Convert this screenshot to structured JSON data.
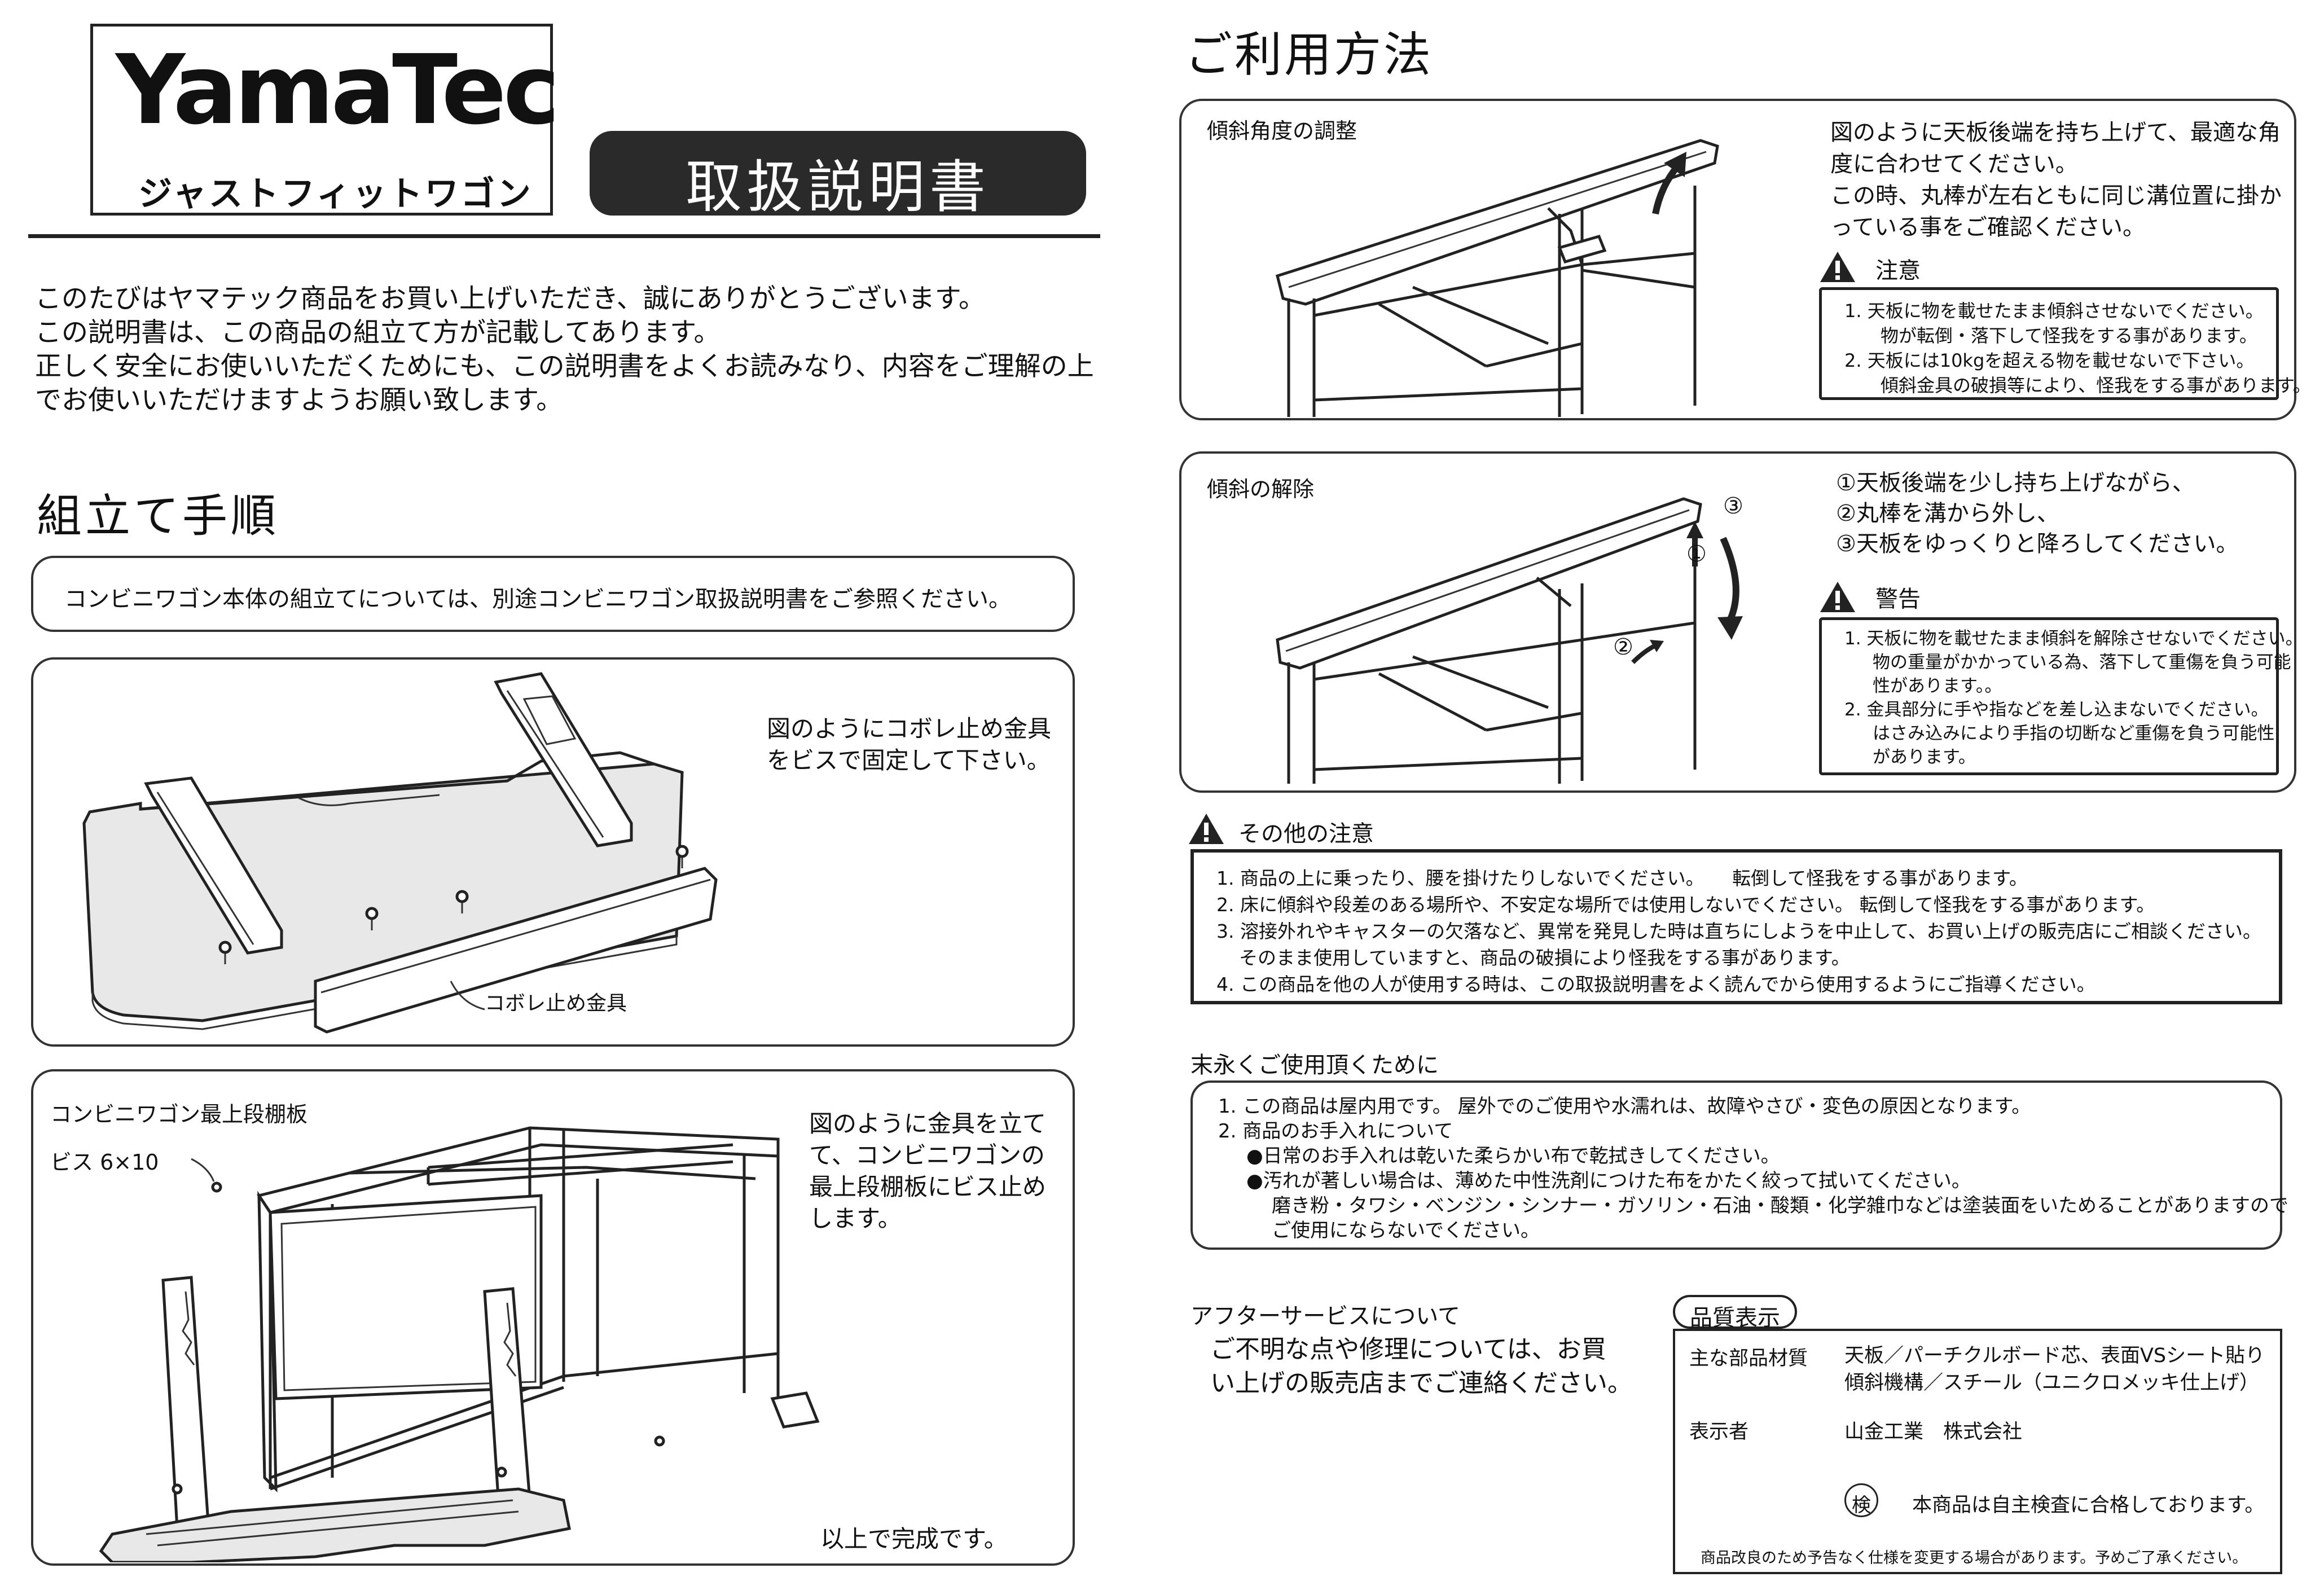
{
  "brand": {
    "logo": "YamaTec",
    "product": "ジャストフィットワゴン",
    "doc_title": "取扱説明書"
  },
  "intro": {
    "lines": [
      "このたびはヤマテック商品をお買い上げいただき、誠にありがとうございます。",
      "この説明書は、この商品の組立て方が記載してあります。",
      "正しく安全にお使いいただくためにも、この説明書をよくお読みなり、内容をご理解の上",
      "でお使いいただけますようお願い致します。"
    ]
  },
  "assembly": {
    "heading": "組立て手順",
    "note": "コンビニワゴン本体の組立てについては、別途コンビニワゴン取扱説明書をご参照ください。",
    "step1": {
      "text": [
        "図のようにコボレ止め金具",
        "をビスで固定して下さい。"
      ],
      "label": "コボレ止め金具"
    },
    "step2": {
      "label_shelf": "コンビニワゴン最上段棚板",
      "label_screw": "ビス 6×10",
      "text": [
        "図のように金具を立て",
        "て、コンビニワゴンの",
        "最上段棚板にビス止め",
        "します。"
      ],
      "done": "以上で完成です。"
    }
  },
  "usage": {
    "heading": "ご利用方法",
    "tilt_adjust": {
      "title": "傾斜角度の調整",
      "desc": [
        "図のように天板後端を持ち上げて、最適な角",
        "度に合わせてください。",
        "この時、丸棒が左右ともに同じ溝位置に掛か",
        "っている事をご確認ください。"
      ],
      "caution_label": "注意",
      "caution_items": [
        "1. 天板に物を載せたまま傾斜させないでください。",
        "物が転倒・落下して怪我をする事があります。",
        "2. 天板には10kgを超える物を載せないで下さい。",
        "傾斜金具の破損等により、怪我をする事があります。"
      ]
    },
    "tilt_release": {
      "title": "傾斜の解除",
      "steps": [
        "①天板後端を少し持ち上げながら、",
        "②丸棒を溝から外し、",
        "③天板をゆっくりと降ろしてください。"
      ],
      "fig_marks": [
        "③",
        "①",
        "②"
      ],
      "warning_label": "警告",
      "warning_items": [
        "1. 天板に物を載せたまま傾斜を解除させないでください。",
        "物の重量がかかっている為、落下して重傷を負う可能",
        "性があります。。",
        "2. 金具部分に手や指などを差し込まないでください。",
        "はさみ込みにより手指の切断など重傷を負う可能性",
        "があります。"
      ]
    },
    "other": {
      "label": "その他の注意",
      "items": [
        "1. 商品の上に乗ったり、腰を掛けたりしないでください。　　転倒して怪我をする事があります。",
        "2. 床に傾斜や段差のある場所や、不安定な場所では使用しないでください。 転倒して怪我をする事があります。",
        "3. 溶接外れやキャスターの欠落など、異常を発見した時は直ちにしようを中止して、お買い上げの販売店にご相談ください。",
        "そのまま使用していますと、商品の破損により怪我をする事があります。",
        "4. この商品を他の人が使用する時は、この取扱説明書をよく読んでから使用するようにご指導ください。"
      ]
    },
    "care": {
      "label": "末永くご使用頂くために",
      "items": [
        "1. この商品は屋内用です。 屋外でのご使用や水濡れは、故障やさび・変色の原因となります。",
        "2. 商品のお手入れについて",
        "●日常のお手入れは乾いた柔らかい布で乾拭きしてください。",
        "●汚れが著しい場合は、薄めた中性洗剤につけた布をかたく絞って拭いてください。",
        "磨き粉・タワシ・ベンジン・シンナー・ガソリン・石油・酸類・化学雑巾などは塗装面をいためることがありますので",
        "ご使用にならないでください。"
      ]
    },
    "after_service": {
      "label": "アフターサービスについて",
      "lines": [
        "ご不明な点や修理については、お買",
        "い上げの販売店までご連絡ください。"
      ]
    },
    "quality": {
      "label": "品質表示",
      "material_key": "主な部品材質",
      "material_lines": [
        "天板／パーチクルボード芯、表面VSシート貼り",
        "傾斜機構／スチール（ユニクロメッキ仕上げ）"
      ],
      "maker_key": "表示者",
      "maker_value": "山金工業　株式会社",
      "inspect_mark": "検",
      "inspect_text": "本商品は自主検査に合格しております。",
      "footnote": "商品改良のため予告なく仕様を変更する場合があります。予めご了承ください。"
    }
  }
}
